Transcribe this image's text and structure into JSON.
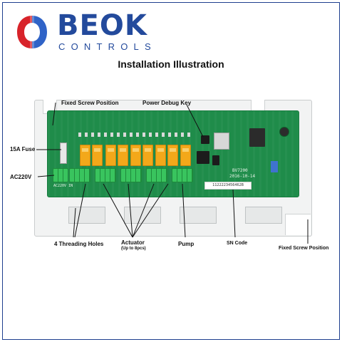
{
  "brand": {
    "name": "BEOK",
    "subtitle": "CONTROLS",
    "colors": {
      "primary": "#234a9c",
      "accent_red": "#d8232a",
      "accent_blue": "#2f63c7"
    }
  },
  "title": "Installation Illustration",
  "pcb": {
    "model": "BV7200",
    "date": "2016-10-14",
    "serial": "1122223456462B",
    "terminal_print": "AC220V IN",
    "relay_count": 9,
    "colors": {
      "board": "#1f8c4a",
      "relay": "#f3a81a",
      "terminal": "#39c45e"
    }
  },
  "labels": {
    "fixed_screw_top": "Fixed Screw Position",
    "power_debug_key": "Power Debug Key",
    "fuse": "15A Fuse",
    "ac220v": "AC220V",
    "threading_holes": "4 Threading Holes",
    "actuator": "Actuator",
    "actuator_note": "(Up to 8pcs)",
    "pump": "Pump",
    "sn_code": "SN Code",
    "fixed_screw_bottom": "Fixed Screw Position"
  }
}
